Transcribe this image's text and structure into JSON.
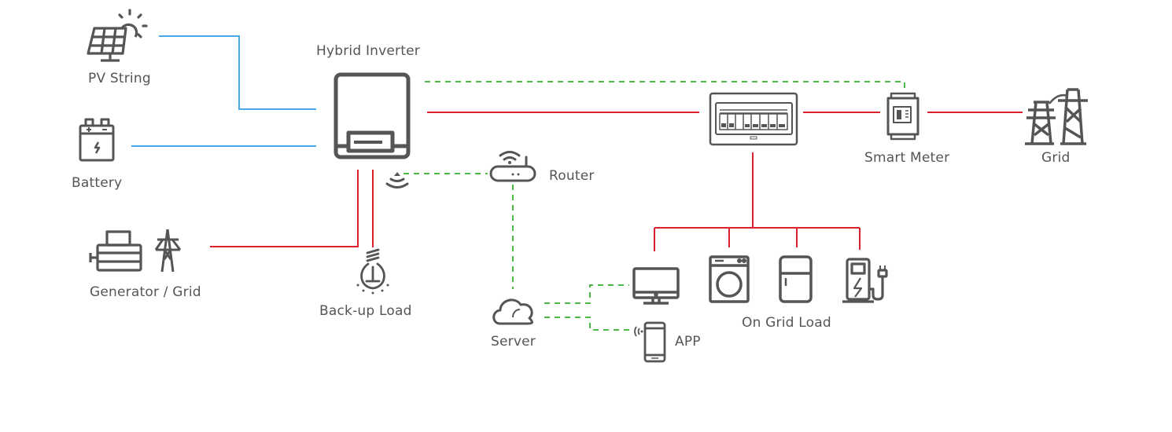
{
  "diagram": {
    "title": "Hybrid Inverter System Diagram",
    "colors": {
      "dc_line": "#4aa8e8",
      "ac_line": "#d9202c",
      "comm_line": "#4cb848",
      "icon": "#555555",
      "text": "#555555"
    },
    "nodes": {
      "pv_string": {
        "label": "PV String",
        "icon": "solar-panel-icon"
      },
      "battery": {
        "label": "Battery",
        "icon": "battery-icon"
      },
      "hybrid_inverter": {
        "label": "Hybrid Inverter",
        "icon": "inverter-icon"
      },
      "generator_grid": {
        "label": "Generator / Grid",
        "icon": "generator-and-pylon-icon"
      },
      "backup_load": {
        "label": "Back-up Load",
        "icon": "light-bulb-icon"
      },
      "router": {
        "label": "Router",
        "icon": "wifi-router-icon"
      },
      "server": {
        "label": "Server",
        "icon": "cloud-icon"
      },
      "app": {
        "label": "APP",
        "icon": "smartphone-icon"
      },
      "distribution_box": {
        "label": "",
        "icon": "breaker-panel-icon"
      },
      "smart_meter": {
        "label": "Smart Meter",
        "icon": "smart-meter-icon"
      },
      "grid": {
        "label": "Grid",
        "icon": "transmission-tower-icon"
      },
      "on_grid_load": {
        "label": "On Grid Load",
        "icons": [
          "monitor-icon",
          "washing-machine-icon",
          "refrigerator-icon",
          "ev-charger-icon"
        ]
      }
    },
    "connections": [
      {
        "from": "pv_string",
        "to": "hybrid_inverter",
        "type": "dc"
      },
      {
        "from": "battery",
        "to": "hybrid_inverter",
        "type": "dc"
      },
      {
        "from": "hybrid_inverter",
        "to": "distribution_box",
        "type": "ac"
      },
      {
        "from": "distribution_box",
        "to": "smart_meter",
        "type": "ac"
      },
      {
        "from": "smart_meter",
        "to": "grid",
        "type": "ac"
      },
      {
        "from": "hybrid_inverter",
        "to": "smart_meter",
        "type": "comm"
      },
      {
        "from": "generator_grid",
        "to": "hybrid_inverter",
        "type": "ac"
      },
      {
        "from": "hybrid_inverter",
        "to": "backup_load",
        "type": "ac"
      },
      {
        "from": "hybrid_inverter",
        "to": "router",
        "type": "comm"
      },
      {
        "from": "router",
        "to": "server",
        "type": "comm"
      },
      {
        "from": "server",
        "to": "monitor",
        "type": "comm"
      },
      {
        "from": "server",
        "to": "app",
        "type": "comm"
      },
      {
        "from": "distribution_box",
        "to": "on_grid_load",
        "type": "ac"
      }
    ]
  }
}
